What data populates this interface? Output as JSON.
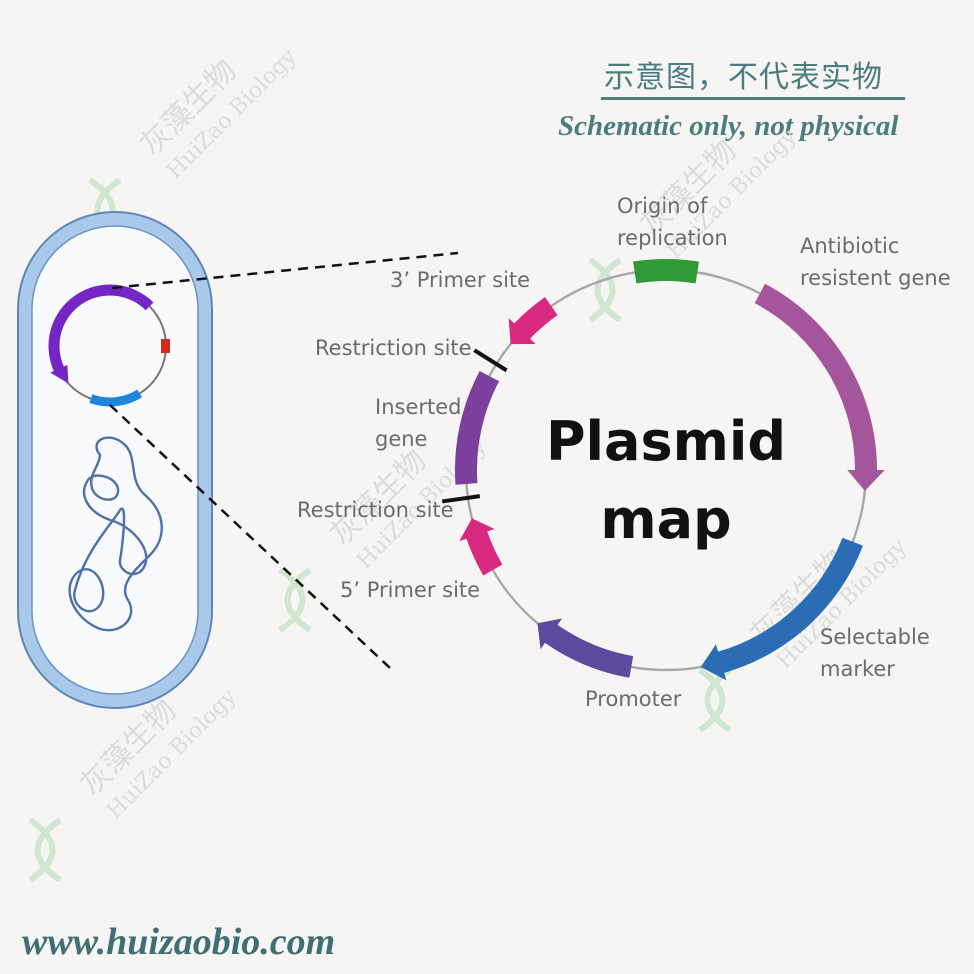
{
  "header": {
    "title_cn": "示意图，不代表实物",
    "title_en": "Schematic only, not physical"
  },
  "footer": {
    "url": "www.huizaobio.com"
  },
  "watermark": {
    "cn": "灰藻生物",
    "en": "HuiZao Biology"
  },
  "diagram": {
    "type": "plasmid-map",
    "center_title": [
      "Plasmid",
      "map"
    ],
    "backbone_color": "#a8a8a8",
    "features": [
      {
        "id": "origin",
        "label": [
          "Origin of",
          "replication"
        ],
        "color": "#2e9a35",
        "kind": "block"
      },
      {
        "id": "antibiotic",
        "label": [
          "Antibiotic",
          "resistent gene"
        ],
        "color": "#a4569c",
        "kind": "arrow-cw"
      },
      {
        "id": "selectable",
        "label": [
          "Selectable",
          "marker"
        ],
        "color": "#2a6db5",
        "kind": "arrow-cw"
      },
      {
        "id": "promoter",
        "label": [
          "Promoter"
        ],
        "color": "#5b4a9e",
        "kind": "arrow-cw"
      },
      {
        "id": "primer5",
        "label": [
          "5’ Primer site"
        ],
        "color": "#d9287f",
        "kind": "arrow-cw"
      },
      {
        "id": "restriction2",
        "label": [
          "Restriction site"
        ],
        "color": "#111111",
        "kind": "tick"
      },
      {
        "id": "inserted",
        "label": [
          "Inserted",
          "gene"
        ],
        "color": "#7d3f9e",
        "kind": "block"
      },
      {
        "id": "restriction1",
        "label": [
          "Restriction site"
        ],
        "color": "#111111",
        "kind": "tick"
      },
      {
        "id": "primer3",
        "label": [
          "3’ Primer site"
        ],
        "color": "#d9287f",
        "kind": "arrow-ccw"
      }
    ],
    "cell": {
      "wall_color": "#a9c9ea",
      "wall_border": "#5d86b7",
      "interior": "#f8f9fb",
      "mini_plasmid_colors": {
        "main": "#7426c4",
        "marker": "#d12b1c",
        "gene": "#1f86de"
      },
      "chromosome_color": "#4e71a8"
    }
  }
}
